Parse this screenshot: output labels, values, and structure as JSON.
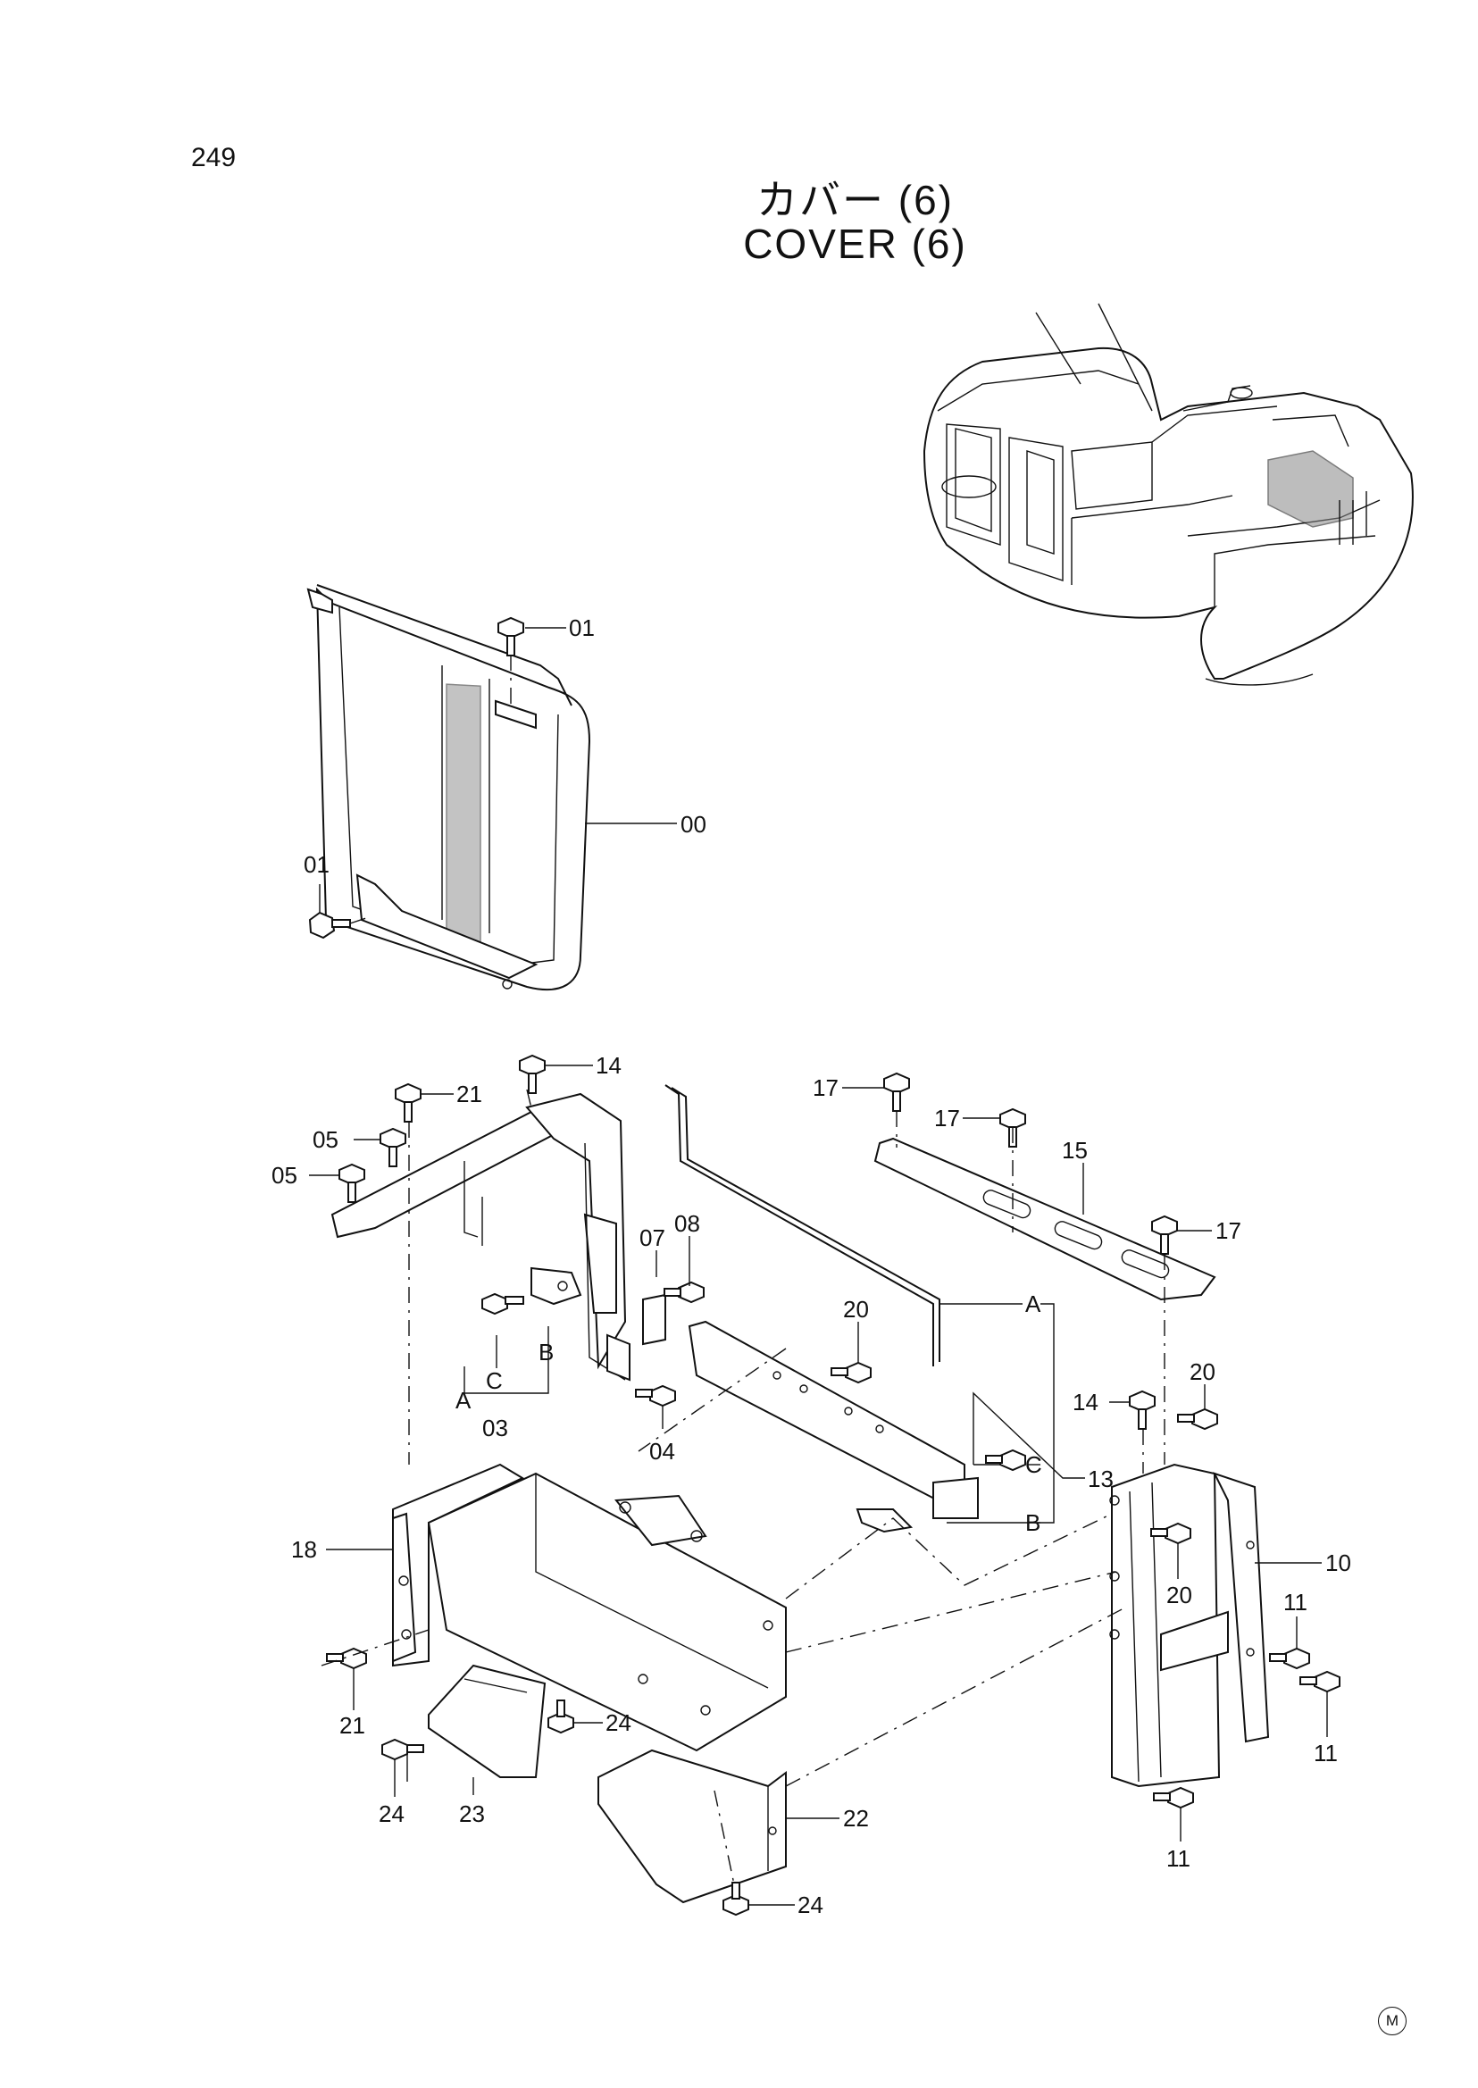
{
  "page": {
    "number": "249"
  },
  "title": {
    "japanese": "カバー (6)",
    "english": "COVER (6)"
  },
  "manufacturer_mark": "M",
  "callouts": [
    {
      "id": "c-01a",
      "label": "01"
    },
    {
      "id": "c-00",
      "label": "00"
    },
    {
      "id": "c-01b",
      "label": "01"
    },
    {
      "id": "c-14a",
      "label": "14"
    },
    {
      "id": "c-21a",
      "label": "21"
    },
    {
      "id": "c-05a",
      "label": "05"
    },
    {
      "id": "c-05b",
      "label": "05"
    },
    {
      "id": "c-07",
      "label": "07"
    },
    {
      "id": "c-08",
      "label": "08"
    },
    {
      "id": "c-A1",
      "label": "A"
    },
    {
      "id": "c-C1",
      "label": "C"
    },
    {
      "id": "c-B1",
      "label": "B"
    },
    {
      "id": "c-03",
      "label": "03"
    },
    {
      "id": "c-04",
      "label": "04"
    },
    {
      "id": "c-17a",
      "label": "17"
    },
    {
      "id": "c-17b",
      "label": "17"
    },
    {
      "id": "c-15",
      "label": "15"
    },
    {
      "id": "c-17c",
      "label": "17"
    },
    {
      "id": "c-20a",
      "label": "20"
    },
    {
      "id": "c-A2",
      "label": "A"
    },
    {
      "id": "c-14b",
      "label": "14"
    },
    {
      "id": "c-20b",
      "label": "20"
    },
    {
      "id": "c-C2",
      "label": "C"
    },
    {
      "id": "c-13",
      "label": "13"
    },
    {
      "id": "c-B2",
      "label": "B"
    },
    {
      "id": "c-18",
      "label": "18"
    },
    {
      "id": "c-10",
      "label": "10"
    },
    {
      "id": "c-20c",
      "label": "20"
    },
    {
      "id": "c-11a",
      "label": "11"
    },
    {
      "id": "c-11b",
      "label": "11"
    },
    {
      "id": "c-21b",
      "label": "21"
    },
    {
      "id": "c-24a",
      "label": "24"
    },
    {
      "id": "c-24b",
      "label": "24"
    },
    {
      "id": "c-23",
      "label": "23"
    },
    {
      "id": "c-22",
      "label": "22"
    },
    {
      "id": "c-11c",
      "label": "11"
    },
    {
      "id": "c-24c",
      "label": "24"
    }
  ]
}
